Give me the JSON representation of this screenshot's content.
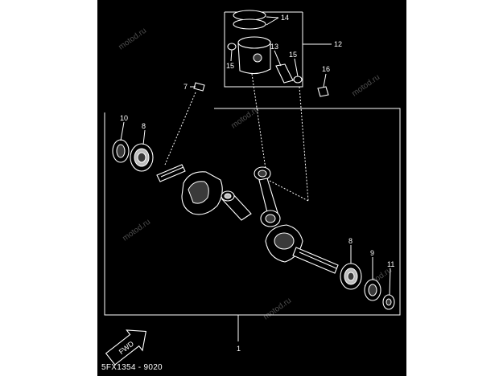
{
  "diagram": {
    "callouts": [
      "14",
      "13",
      "12",
      "15",
      "15",
      "16",
      "7",
      "10",
      "8",
      "8",
      "9",
      "11",
      "1"
    ],
    "footer_code": "5FX1354 - 9020",
    "fwd_label": "FWD",
    "watermark": "motod.ru",
    "colors": {
      "background": "#000000",
      "line": "#ffffff",
      "page": "#ffffff"
    }
  }
}
